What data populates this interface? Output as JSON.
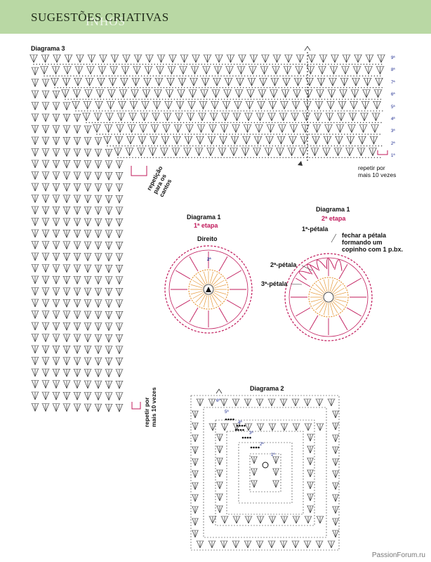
{
  "header": {
    "title": "SUGESTÕES CRIATIVAS",
    "subtitle": "INHOS"
  },
  "diagram3": {
    "title": "Diagrama 3",
    "row_labels": [
      "9ª",
      "8ª",
      "7ª",
      "6ª",
      "5ª",
      "4ª",
      "3ª",
      "2ª",
      "1ª"
    ],
    "note_right": [
      "repetir por",
      "mais 10 vezes"
    ],
    "note_corner": [
      "repetição",
      "para os",
      "cantos"
    ],
    "note_left": [
      "repetir por",
      "mais 10 vezes"
    ]
  },
  "diagram1a": {
    "title": "Diagrama 1",
    "stage": "1ª etapa",
    "direction": "Direito",
    "round_label": "2ª"
  },
  "diagram1b": {
    "title": "Diagrama 1",
    "stage": "2ª etapa",
    "petal1": "1ª-pétala",
    "petal2": "2ª-pétala",
    "petal3": "3ª-pétala",
    "note": [
      "fechar a pétala",
      "formando um",
      "copinho com 1 p.bx."
    ]
  },
  "diagram2": {
    "title": "Diagrama 2",
    "round_labels": [
      "6ª",
      "5ª",
      "4ª",
      "3ª",
      "2ª",
      "1ª"
    ]
  },
  "footer": "PassionForum.ru",
  "colors": {
    "header_bg": "#b9d8a4",
    "pink": "#c0185a",
    "orange": "#e69a3c",
    "blue": "#1b2a8f",
    "ink": "#333333"
  }
}
